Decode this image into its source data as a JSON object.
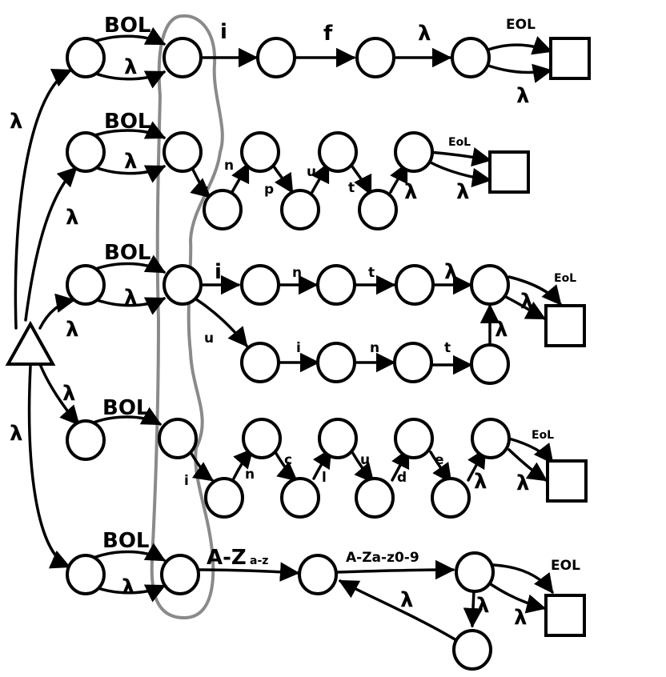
{
  "labels": {
    "bol": "BOL",
    "lambda": "λ",
    "eol": "EOL",
    "eol_small": "EoL",
    "i": "i",
    "f": "f",
    "n": "n",
    "p": "p",
    "u": "u",
    "t": "t",
    "c": "c",
    "l": "l",
    "d": "d",
    "e": "e",
    "az_upper": "A-Z",
    "az_lower": "a-z",
    "az_class": "A-Za-z0-9"
  }
}
